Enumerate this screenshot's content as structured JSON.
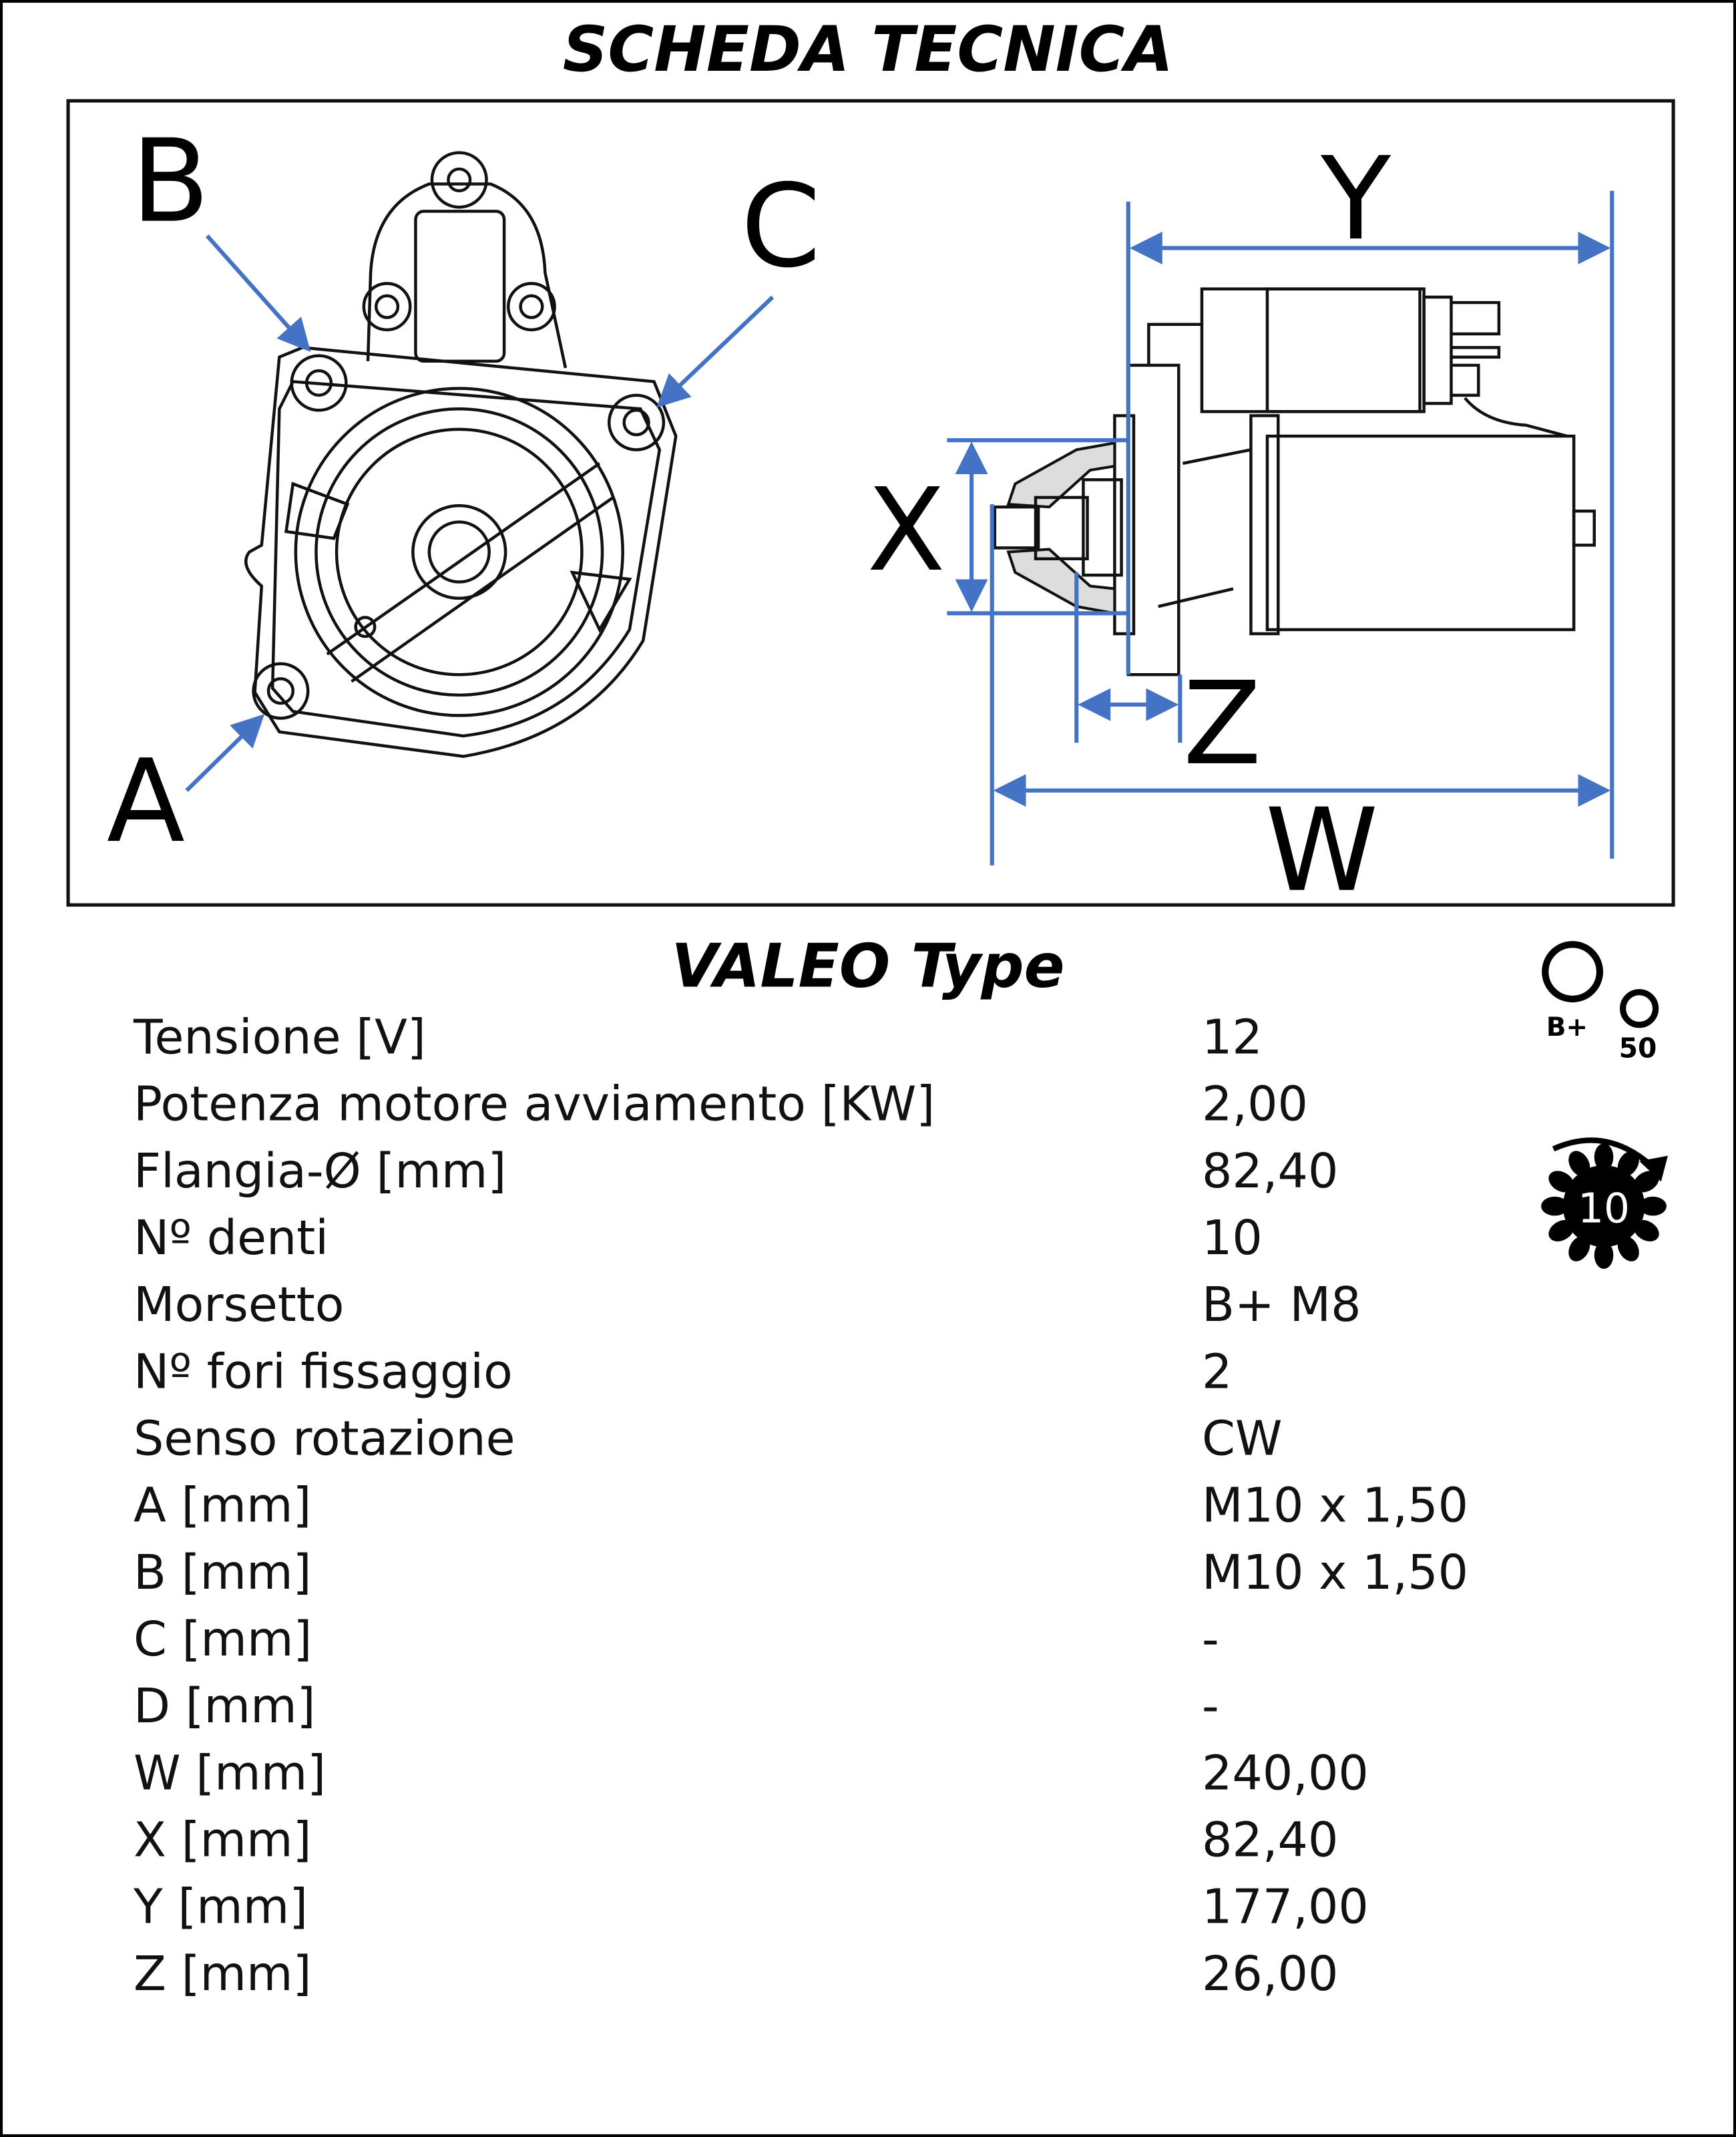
{
  "title": "SCHEDA TECNICA",
  "diagram": {
    "labels": {
      "a": "A",
      "b": "B",
      "c": "C",
      "w": "W",
      "x": "X",
      "y": "Y",
      "z": "Z"
    },
    "dimension_color": "#4472c4"
  },
  "type_heading": "VALEO Type",
  "terminals": {
    "main": "B+",
    "small": "50"
  },
  "pinion": {
    "teeth": "10",
    "rotation": "clockwise"
  },
  "specs": [
    {
      "label": "Tensione [V]",
      "value": "12"
    },
    {
      "label": "Potenza motore avviamento [KW]",
      "value": "2,00"
    },
    {
      "label": "Flangia-Ø [mm]",
      "value": "82,40"
    },
    {
      "label": "Nº denti",
      "value": "10"
    },
    {
      "label": "Morsetto",
      "value": "B+ M8"
    },
    {
      "label": "Nº fori fissaggio",
      "value": "2"
    },
    {
      "label": "Senso rotazione",
      "value": "CW"
    },
    {
      "label": "A [mm]",
      "value": "M10 x 1,50"
    },
    {
      "label": "B [mm]",
      "value": "M10 x 1,50"
    },
    {
      "label": "C [mm]",
      "value": "-"
    },
    {
      "label": "D [mm]",
      "value": "-"
    },
    {
      "label": "W [mm]",
      "value": "240,00"
    },
    {
      "label": "X [mm]",
      "value": "82,40"
    },
    {
      "label": "Y [mm]",
      "value": "177,00"
    },
    {
      "label": "Z [mm]",
      "value": "26,00"
    }
  ]
}
